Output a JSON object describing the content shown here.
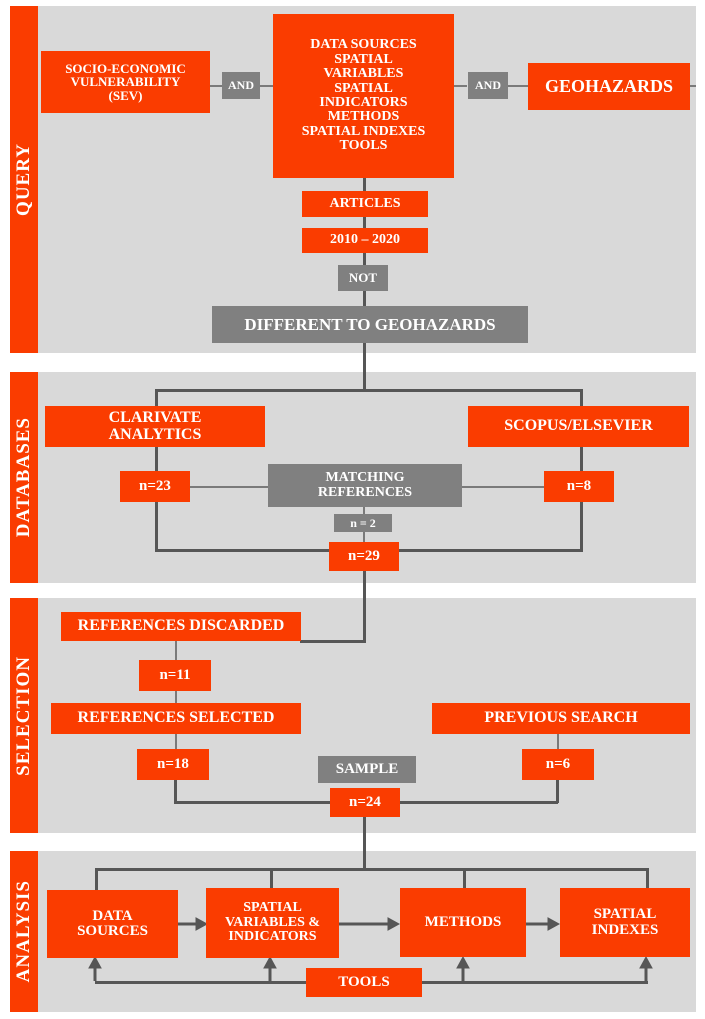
{
  "diagram": {
    "title": "Systematic review methodology flowchart",
    "colors": {
      "accent_red": "#fa3c00",
      "gray_box": "#808080",
      "panel_bg": "#d9d9d9",
      "connector": "#565656",
      "text": "#ffffff"
    }
  },
  "sections": [
    {
      "label": "QUERY"
    },
    {
      "label": "DATABASES"
    },
    {
      "label": "SELECTION"
    },
    {
      "label": "ANALYSIS"
    }
  ],
  "query": {
    "left_box": "SOCIO-ECONOMIC\nVULNERABILITY\n(SEV)",
    "left_box_lines": [
      "SOCIO-ECONOMIC",
      "VULNERABILITY",
      "(SEV)"
    ],
    "operator_1": "AND",
    "center_box_lines": [
      "DATA SOURCES",
      "SPATIAL",
      "VARIABLES",
      "SPATIAL",
      "INDICATORS",
      "METHODS",
      "SPATIAL  INDEXES",
      "TOOLS"
    ],
    "operator_2": "AND",
    "right_box": "GEOHAZARDS",
    "articles": "ARTICLES",
    "years": "2010 – 2020",
    "operator_not": "NOT",
    "exclusion": "DIFFERENT  TO  GEOHAZARDS"
  },
  "databases": {
    "source_left_lines": [
      "CLARIVATE",
      "ANALYTICS"
    ],
    "source_right": "SCOPUS/ELSEVIER",
    "count_left": "n=23",
    "count_right": "n=8",
    "matching_lines": [
      "MATCHING",
      "REFERENCES"
    ],
    "matching_count": "n = 2",
    "total": "n=29"
  },
  "selection": {
    "discarded": "REFERENCES DISCARDED",
    "discarded_count": "n=11",
    "selected": "REFERENCES SELECTED",
    "selected_count": "n=18",
    "previous_search": "PREVIOUS SEARCH",
    "previous_count": "n=6",
    "sample_label": "SAMPLE",
    "sample_count": "n=24"
  },
  "analysis": {
    "steps": [
      {
        "lines": [
          "DATA",
          "SOURCES"
        ]
      },
      {
        "lines": [
          "SPATIAL",
          "VARIABLES &",
          "INDICATORS"
        ]
      },
      {
        "lines": [
          "METHODS"
        ]
      },
      {
        "lines": [
          "SPATIAL",
          "INDEXES"
        ]
      }
    ],
    "tools": "TOOLS"
  }
}
